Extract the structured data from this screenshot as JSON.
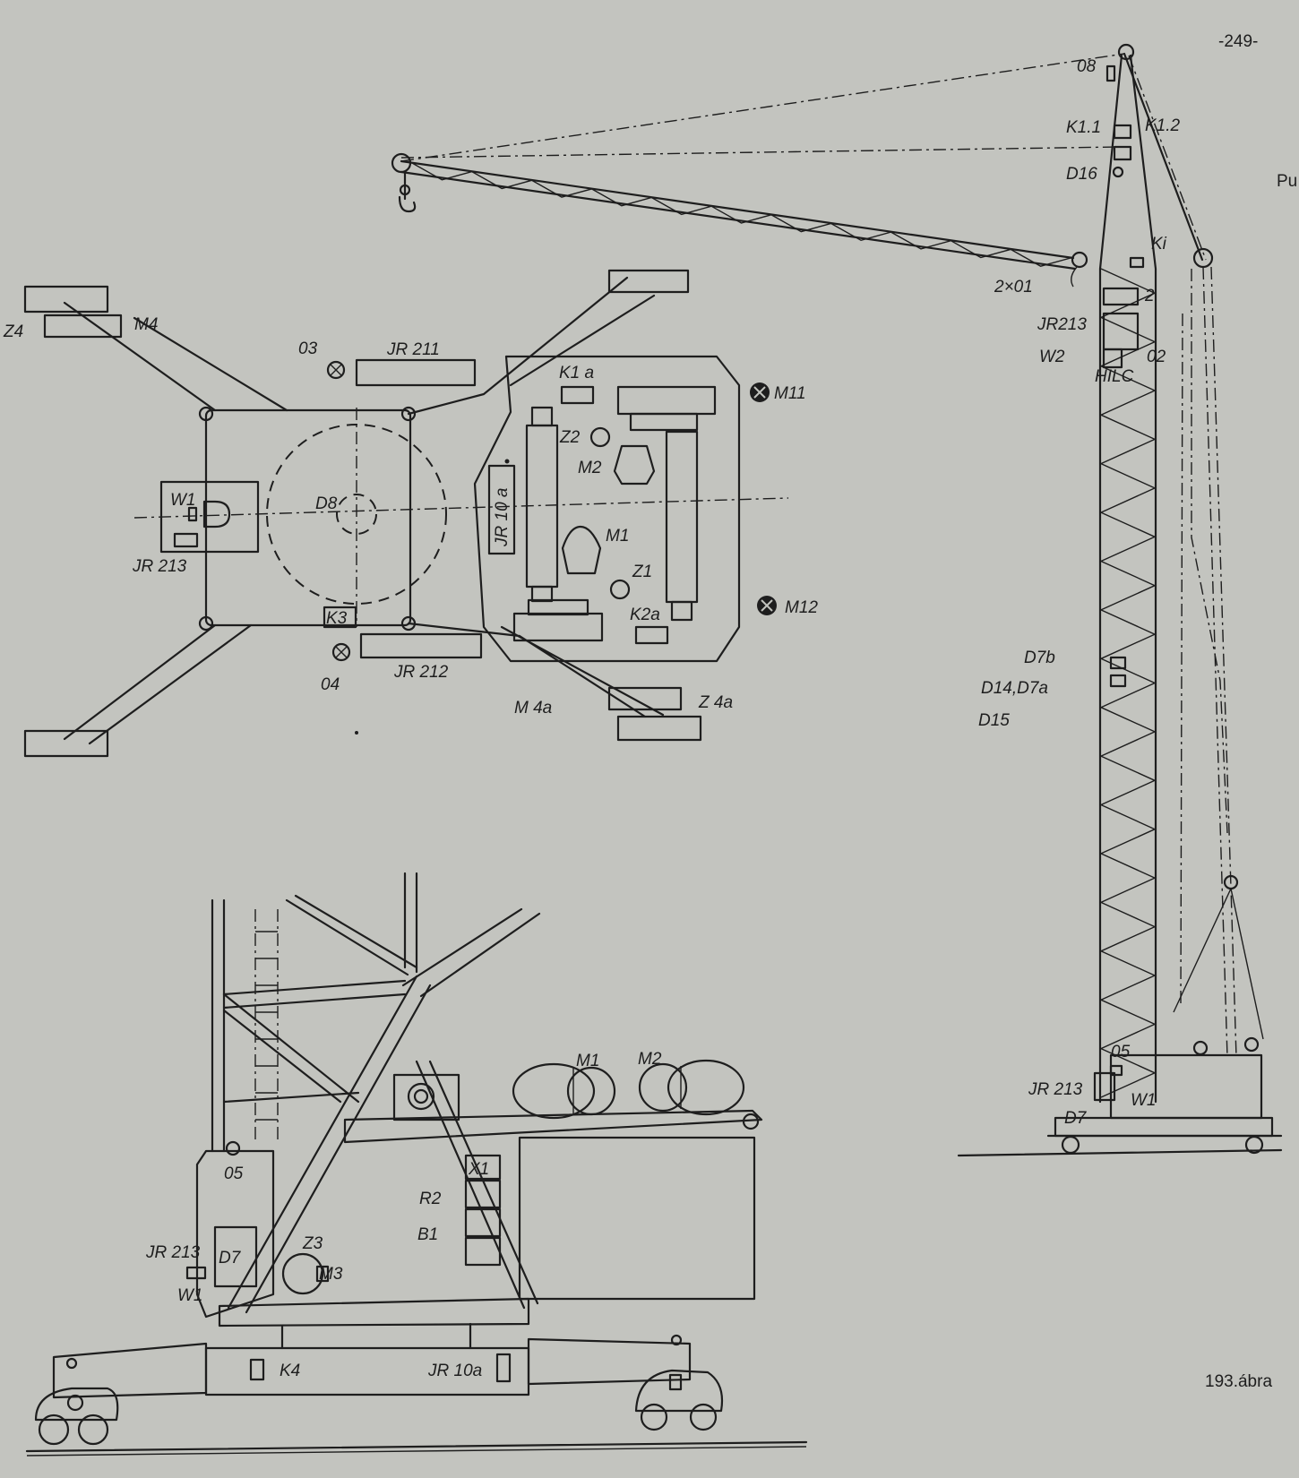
{
  "page_number": "-249-",
  "caption": "193.ábra",
  "margin_fragment": "Pu",
  "top_view": {
    "labels": {
      "Z4": "Z4",
      "M4": "M4",
      "O3": "03",
      "JR211": "JR 211",
      "K1a": "K1 a",
      "M11": "M11",
      "Z2": "Z2",
      "M2": "M2",
      "W1": "W1",
      "D8": "D8",
      "JR10a": "JR 10 a",
      "M1": "M1",
      "Z1": "Z1",
      "JR213": "JR 213",
      "K3": "K3",
      "K2a": "K2a",
      "M12": "M12",
      "O4": "04",
      "JR212": "JR 212",
      "M4a": "M 4a",
      "Z4a": "Z 4a"
    }
  },
  "side_view": {
    "labels": {
      "O8": "08",
      "K11": "K1.1",
      "K12": "K1.2",
      "D16": "D16",
      "Ki": "Ki",
      "twoO1": "2×01",
      "two": "2",
      "JR213": "JR213",
      "W2": "W2",
      "O2": "02",
      "HILC": "HILC",
      "D7b": "D7b",
      "D14D7a": "D14,D7a",
      "D15": "D15",
      "O5": "05",
      "JR213b": "JR 213",
      "W1": "W1",
      "D7": "D7"
    }
  },
  "base_view": {
    "labels": {
      "M1": "M1",
      "M2": "M2",
      "X1": "X1",
      "R2": "R2",
      "B1": "B1",
      "O5": "05",
      "JR213": "JR 213",
      "D7": "D7",
      "Z3": "Z3",
      "M3": "M3",
      "W1": "W1",
      "K4": "K4",
      "JR10a": "JR 10a"
    }
  }
}
